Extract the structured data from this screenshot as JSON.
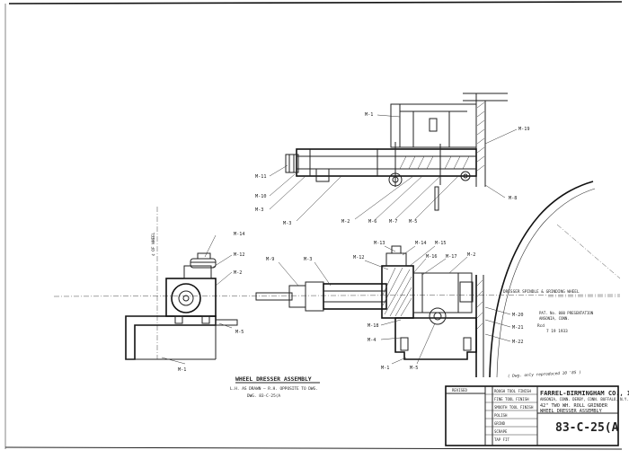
{
  "parts": {
    "upper": {
      "m1": "M-1",
      "m19": "M-19",
      "m11": "M-11",
      "m10": "M-10",
      "m3": "M-3",
      "m3b": "M-3",
      "m2": "M-2",
      "m6": "M-6",
      "m7": "M-7",
      "m5": "M-5",
      "m8": "M-8"
    },
    "left": {
      "m14": "M-14",
      "m12": "M-12",
      "m2": "M-2",
      "m5": "M-5",
      "m1": "M-1"
    },
    "lower": {
      "m9": "M-9",
      "m3": "M-3",
      "m13": "M-13",
      "m14": "M-14",
      "m15": "M-15",
      "m12": "M-12",
      "m16": "M-16",
      "m17": "M-17",
      "m2": "M-2",
      "m18": "M-18",
      "m4": "M-4",
      "m1": "M-1",
      "m5": "M-5",
      "m20": "M-20",
      "m21": "M-21",
      "m22": "M-22"
    }
  },
  "annotations": {
    "center_of_wheel": "¢ OF WHEEL",
    "dresser_spindle": "DRESSER SPINDLE & GRINDING WHEEL",
    "stamp_line1": "PAT. No. 000 PRESENTATION",
    "stamp_line2": "ANSONIA, CONN.",
    "stamp_rcd": "Rcd",
    "stamp_date": "7 19 1933",
    "handwritten_note": "( Dwg. only reproduced 10 '85 )"
  },
  "caption": {
    "title": "WHEEL DRESSER ASSEMBLY",
    "note": "L.H. AS DRAWN — R.H. OPPOSITE TO DWG.",
    "dwg": "DWG. 83-C-25(A"
  },
  "title_block": {
    "revised": "REVISED",
    "finish_notes": [
      "ROUGH TOOL FINISH",
      "FINE TOOL FINISH",
      "SMOOTH TOOL FINISH",
      "POLISH",
      "GRIND",
      "SCRAPE",
      "TAP FIT"
    ],
    "company": "FARREL-BIRMINGHAM CO., INC.",
    "cities": "ANSONIA, CONN.   DERBY, CONN.   BUFFALO, N.Y.",
    "desc1": "42\" TWO WH. ROLL GRINDER",
    "desc2": "WHEEL DRESSER ASSEMBLY",
    "drawing_number": "83-C-25(A"
  }
}
